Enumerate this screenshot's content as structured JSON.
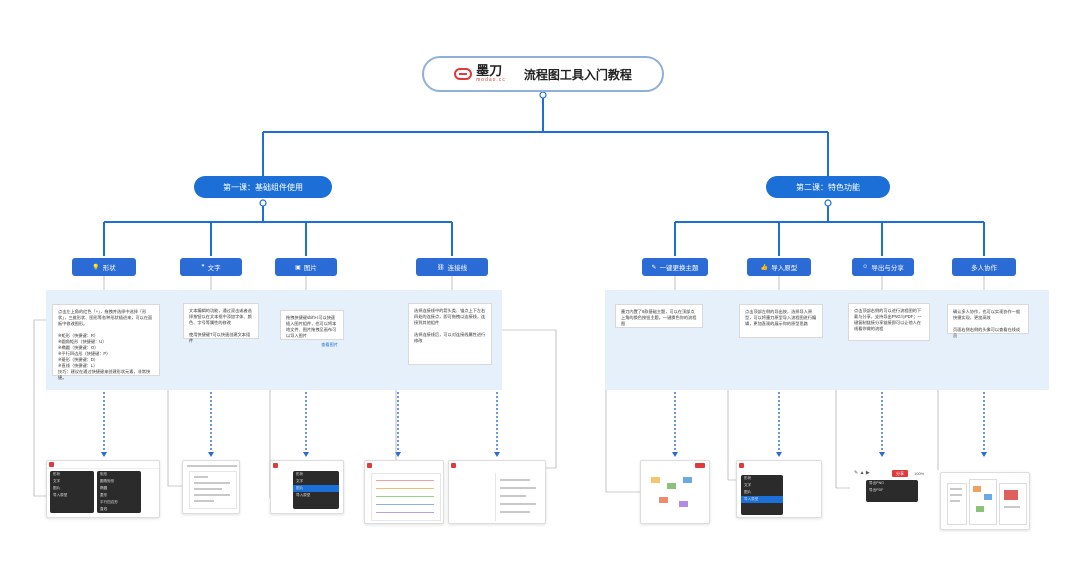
{
  "root": {
    "logo_text": "墨刀",
    "logo_sub": "modao.cc",
    "title": "流程图工具入门教程"
  },
  "lessons": [
    {
      "label": "第一课：基础组件使用"
    },
    {
      "label": "第二课：特色功能"
    }
  ],
  "topics": [
    {
      "label": "形状",
      "icon": "lightbulb-icon"
    },
    {
      "label": "文字",
      "icon": "quote-icon"
    },
    {
      "label": "图片",
      "icon": "image-icon"
    },
    {
      "label": "连接线",
      "icon": "link-icon"
    },
    {
      "label": "一键更换主题",
      "icon": "brush-icon"
    },
    {
      "label": "导入原型",
      "icon": "thumbs-up-icon"
    },
    {
      "label": "导出与分享",
      "icon": "smile-icon"
    },
    {
      "label": "多人协作",
      "icon": ""
    }
  ],
  "notes": {
    "shape": "点击左上角的红色「+」，拖拽并选择中选择「形状」，三维形状、图形等各种形状插进来，可以在面板中修改图形。\n\n※矩形（快捷键：R）\n※圆角矩形（快捷键：U）\n※椭圆（快捷键：O）\n※平行四边形（快捷键：P）\n※菱形（快捷键：D）\n※直线（快捷键：L）\n技巧：建议在通过快捷键来创建形状元素，非常快捷。",
    "text": "文本编辑的功能，通过双击或者选择按钮以在文本框中添加字体、颜色、字号等属性的修改\n\n使用快捷键T可以快速创建文本组件",
    "image": "拖拽快捷键shift+I可以快速插入图片组件，也可以将本地文件、图片拖拽至画布可以导入图片",
    "image_link": "查看图片",
    "connector": "选择连接线中的箭头类、锚点上下左右四处的连接点，即可拖拽以连接线，连接到其他组件\n\n选择连接线后，可以对连接线属性进行修改",
    "theme": "墨刀内置了6款基础主题，可以在顶部点上角的换色按钮主题，一键换色你的流程图",
    "import": "点击顶部左侧的导出按，选择导入原型，可以将墨刀原型导入流程图进行编辑，更加直观的展示你的原型思路",
    "export": "点击顶部右侧的可以进行流程图的下载与分享，支持导出PNG与PDF；一键复制链接分享链接即可以让他人在线看你做的流程",
    "collab": "确认多人协作，也可以实现协作一般快捷实现，更加高效\n\n页面右侧右侧的头像可以查看在线成员"
  },
  "screenshots": {
    "shape_menu": [
      "形状",
      "文字",
      "图片",
      "导入原型"
    ],
    "shape_submenu": [
      "矩形",
      "圆角矩形",
      "椭圆",
      "菱形",
      "平行四边形",
      "直线"
    ],
    "image_menu": [
      "形状",
      "文字",
      "图片",
      "导入原型"
    ],
    "import_menu": [
      "形状",
      "文字",
      "图片",
      "导入原型"
    ],
    "export_menu": [
      "导出PNG",
      "导出PDF"
    ],
    "export_button": "分享",
    "zoom": "100%"
  }
}
